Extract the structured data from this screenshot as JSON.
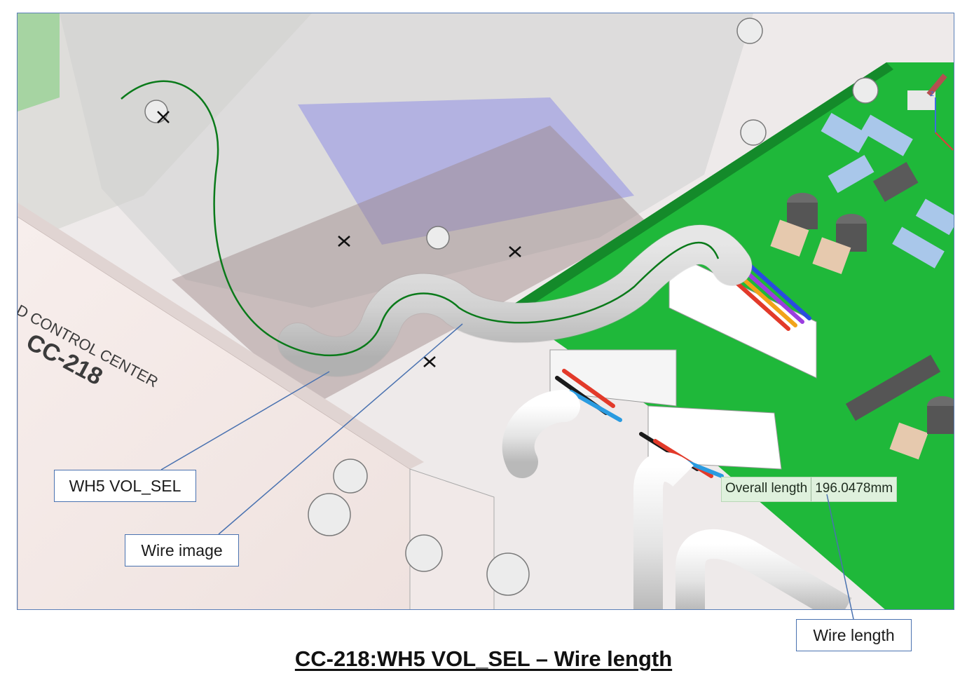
{
  "viewport": {
    "panel_text": [
      "D CONTROL CENTER",
      "CC-218"
    ],
    "overall_length_label": "Overall length",
    "overall_length_value": "196.0478mm"
  },
  "callouts": {
    "wh5_vol_sel": "WH5 VOL_SEL",
    "wire_image": "Wire image",
    "wire_length": "Wire length"
  },
  "caption": "CC-218:WH5 VOL_SEL – Wire length",
  "colors": {
    "frame_border": "#5b7fb8",
    "pcb_green": "#1fb83a",
    "wire_path_green": "#0a7a1a",
    "callout_border": "#4a72b0",
    "measure_tip_bg": "#dff1dd",
    "translucent_enclosure_blue": "#8f8fe6"
  },
  "icons": {
    "measure_tip": "measurement-tooltip",
    "axis_triad": "xyz-axis-triad-icon"
  }
}
